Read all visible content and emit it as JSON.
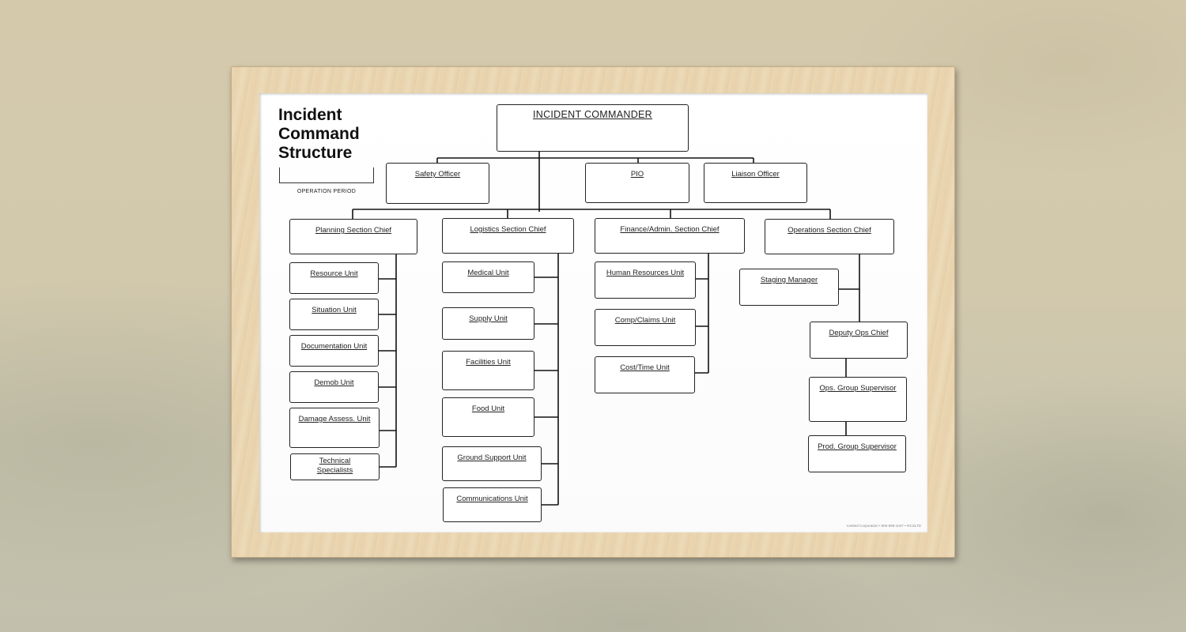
{
  "title": "Incident\nCommand\nStructure",
  "operation_period_label": "OPERATION PERIOD",
  "commander": "INCIDENT COMMANDER",
  "command_staff": {
    "safety": "Safety Officer",
    "pio": "PIO",
    "liaison": "Liaison Officer"
  },
  "sections": {
    "planning": {
      "chief": "Planning Section Chief",
      "units": [
        "Resource Unit",
        "Situation Unit",
        "Documentation Unit",
        "Demob Unit",
        "Damage Assess. Unit",
        "Technical\nSpecialists"
      ]
    },
    "logistics": {
      "chief": "Logistics Section Chief",
      "units": [
        "Medical Unit",
        "Supply Unit",
        "Facilities Unit",
        "Food Unit",
        "Ground Support Unit",
        "Communications Unit"
      ]
    },
    "finance": {
      "chief": "Finance/Admin. Section Chief",
      "units": [
        "Human Resources Unit",
        "Comp/Claims Unit",
        "Cost/Time Unit"
      ]
    },
    "operations": {
      "chief": "Operations Section Chief",
      "staging": "Staging Manager",
      "deputy": "Deputy Ops Chief",
      "group_supervisor": "Ops. Group Supervisor",
      "prod_supervisor": "Prod. Group Supervisor"
    }
  },
  "footer": "IceMed Corporation • 800-999-1047 • #ICSLTD"
}
